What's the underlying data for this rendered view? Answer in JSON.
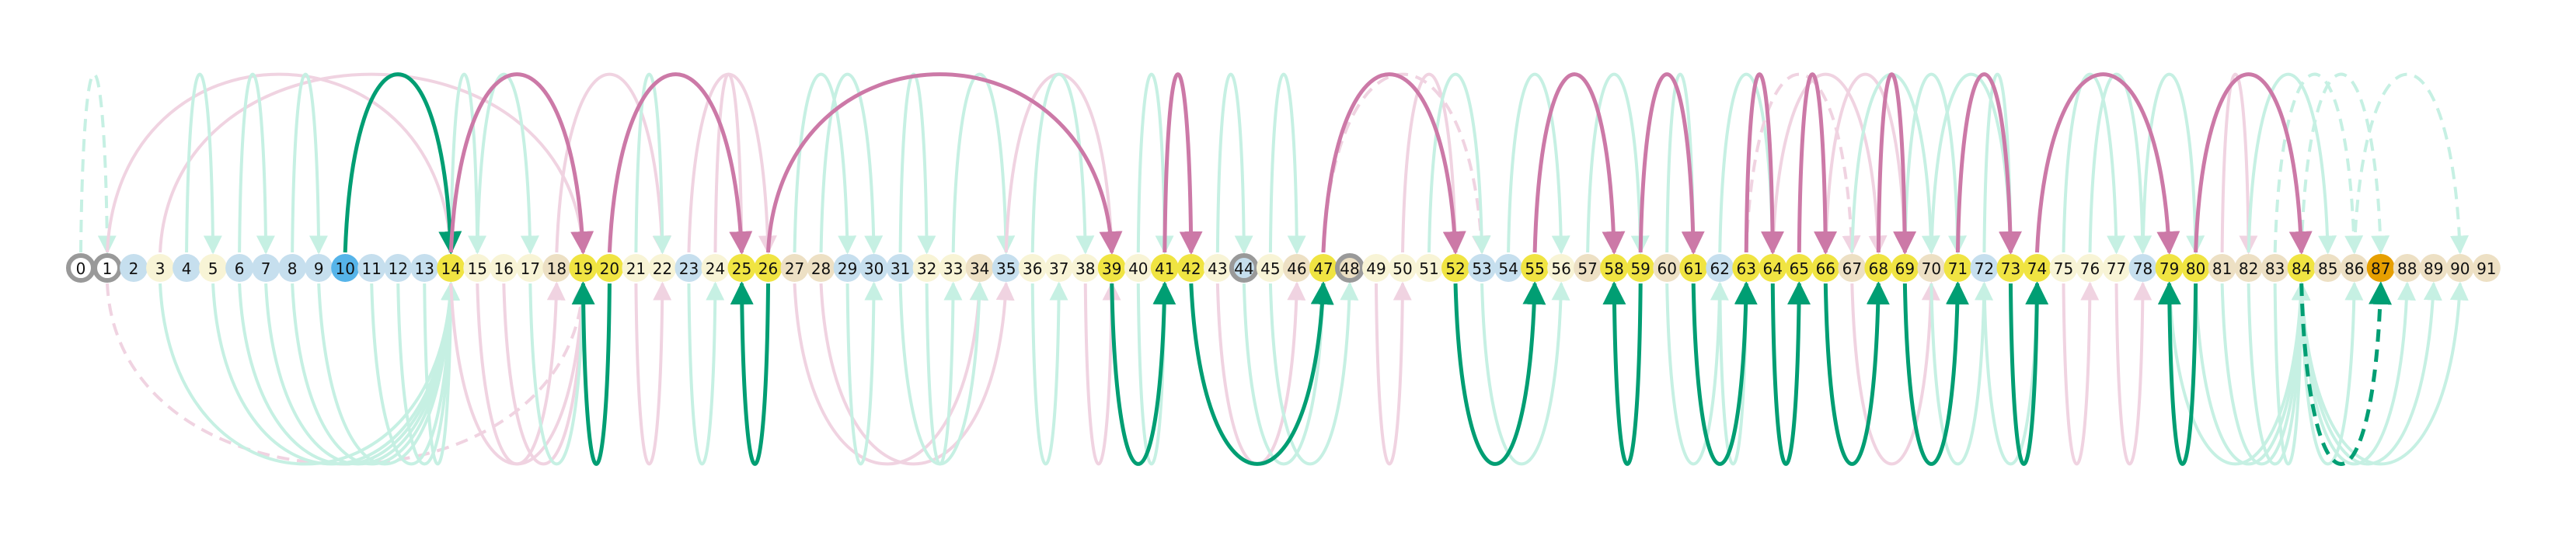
{
  "diagram": {
    "type": "arc-diagram",
    "node_count": 92,
    "node_labels": [
      "0",
      "1",
      "2",
      "3",
      "4",
      "5",
      "6",
      "7",
      "8",
      "9",
      "10",
      "11",
      "12",
      "13",
      "14",
      "15",
      "16",
      "17",
      "18",
      "19",
      "20",
      "21",
      "22",
      "23",
      "24",
      "25",
      "26",
      "27",
      "28",
      "29",
      "30",
      "31",
      "32",
      "33",
      "34",
      "35",
      "36",
      "37",
      "38",
      "39",
      "40",
      "41",
      "42",
      "43",
      "44",
      "45",
      "46",
      "47",
      "48",
      "49",
      "50",
      "51",
      "52",
      "53",
      "54",
      "55",
      "56",
      "57",
      "58",
      "59",
      "60",
      "61",
      "62",
      "63",
      "64",
      "65",
      "66",
      "67",
      "68",
      "69",
      "70",
      "71",
      "72",
      "73",
      "74",
      "75",
      "76",
      "77",
      "78",
      "79",
      "80",
      "81",
      "82",
      "83",
      "84",
      "85",
      "86",
      "87",
      "88",
      "89",
      "90",
      "91"
    ],
    "colors": {
      "background": "#ffffff",
      "node_yellow": "#f0e442",
      "node_blue": "#56b4e9",
      "node_orange": "#e69f00",
      "node_light_blue": "#c6dfee",
      "node_beige": "#ede0c4",
      "node_cream": "#f8f4d6",
      "ring_gray": "#999999",
      "edge_green": "#009e73",
      "edge_pink": "#cc79a7",
      "edge_green_faded": "#c6f0e3",
      "edge_pink_faded": "#f0d3e1"
    },
    "node_styles": {
      "yellow": [
        14,
        19,
        20,
        25,
        26,
        39,
        41,
        42,
        47,
        52,
        55,
        58,
        59,
        61,
        63,
        64,
        65,
        66,
        68,
        69,
        71,
        73,
        74,
        79,
        80,
        84
      ],
      "blue": [
        10
      ],
      "orange": [
        87
      ],
      "light_blue": [
        2,
        4,
        6,
        7,
        8,
        9,
        11,
        12,
        13,
        23,
        29,
        30,
        31,
        35,
        44,
        53,
        54,
        62,
        72,
        78
      ],
      "beige": [
        18,
        27,
        28,
        34,
        46,
        48,
        57,
        60,
        67,
        70,
        81,
        82,
        83,
        85,
        86,
        88,
        89,
        90,
        91
      ],
      "ring": [
        0,
        1,
        44,
        48
      ]
    },
    "highlight_edges": [
      {
        "from": 10,
        "to": 14,
        "color": "green",
        "side": "top",
        "dashed": false
      },
      {
        "from": 14,
        "to": 19,
        "color": "pink",
        "side": "top",
        "dashed": false
      },
      {
        "from": 20,
        "to": 25,
        "color": "pink",
        "side": "top",
        "dashed": false
      },
      {
        "from": 26,
        "to": 39,
        "color": "pink",
        "side": "top",
        "dashed": false
      },
      {
        "from": 41,
        "to": 42,
        "color": "pink",
        "side": "top",
        "dashed": false
      },
      {
        "from": 47,
        "to": 52,
        "color": "pink",
        "side": "top",
        "dashed": false
      },
      {
        "from": 55,
        "to": 58,
        "color": "pink",
        "side": "top",
        "dashed": false
      },
      {
        "from": 59,
        "to": 61,
        "color": "pink",
        "side": "top",
        "dashed": false
      },
      {
        "from": 63,
        "to": 64,
        "color": "pink",
        "side": "top",
        "dashed": false
      },
      {
        "from": 65,
        "to": 66,
        "color": "pink",
        "side": "top",
        "dashed": false
      },
      {
        "from": 68,
        "to": 69,
        "color": "pink",
        "side": "top",
        "dashed": false
      },
      {
        "from": 71,
        "to": 73,
        "color": "pink",
        "side": "top",
        "dashed": false
      },
      {
        "from": 74,
        "to": 79,
        "color": "pink",
        "side": "top",
        "dashed": false
      },
      {
        "from": 80,
        "to": 84,
        "color": "pink",
        "side": "top",
        "dashed": false
      },
      {
        "from": 20,
        "to": 19,
        "color": "green",
        "side": "bottom",
        "dashed": false
      },
      {
        "from": 26,
        "to": 25,
        "color": "green",
        "side": "bottom",
        "dashed": false
      },
      {
        "from": 39,
        "to": 41,
        "color": "green",
        "side": "bottom",
        "dashed": false
      },
      {
        "from": 42,
        "to": 47,
        "color": "green",
        "side": "bottom",
        "dashed": false
      },
      {
        "from": 52,
        "to": 55,
        "color": "green",
        "side": "bottom",
        "dashed": false
      },
      {
        "from": 59,
        "to": 58,
        "color": "green",
        "side": "bottom",
        "dashed": false
      },
      {
        "from": 61,
        "to": 63,
        "color": "green",
        "side": "bottom",
        "dashed": false
      },
      {
        "from": 64,
        "to": 65,
        "color": "green",
        "side": "bottom",
        "dashed": false
      },
      {
        "from": 66,
        "to": 68,
        "color": "green",
        "side": "bottom",
        "dashed": false
      },
      {
        "from": 69,
        "to": 71,
        "color": "green",
        "side": "bottom",
        "dashed": false
      },
      {
        "from": 73,
        "to": 74,
        "color": "green",
        "side": "bottom",
        "dashed": false
      },
      {
        "from": 80,
        "to": 79,
        "color": "green",
        "side": "bottom",
        "dashed": false
      },
      {
        "from": 84,
        "to": 87,
        "color": "green",
        "side": "bottom",
        "dashed": true
      }
    ],
    "faded_edges": [
      {
        "from": 0,
        "to": 1,
        "color": "green",
        "side": "top",
        "dashed": true
      },
      {
        "from": 1,
        "to": 14,
        "color": "pink",
        "side": "top",
        "dashed": false
      },
      {
        "from": 3,
        "to": 19,
        "color": "pink",
        "side": "top",
        "dashed": false
      },
      {
        "from": 4,
        "to": 5,
        "color": "green",
        "side": "top",
        "dashed": false
      },
      {
        "from": 6,
        "to": 7,
        "color": "green",
        "side": "top",
        "dashed": false
      },
      {
        "from": 8,
        "to": 9,
        "color": "green",
        "side": "top",
        "dashed": false
      },
      {
        "from": 14,
        "to": 15,
        "color": "green",
        "side": "top",
        "dashed": false
      },
      {
        "from": 15,
        "to": 17,
        "color": "green",
        "side": "top",
        "dashed": false
      },
      {
        "from": 18,
        "to": 22,
        "color": "pink",
        "side": "top",
        "dashed": false
      },
      {
        "from": 21,
        "to": 22,
        "color": "green",
        "side": "top",
        "dashed": false
      },
      {
        "from": 23,
        "to": 26,
        "color": "pink",
        "side": "top",
        "dashed": false
      },
      {
        "from": 24,
        "to": 25,
        "color": "pink",
        "side": "top",
        "dashed": false
      },
      {
        "from": 27,
        "to": 29,
        "color": "green",
        "side": "top",
        "dashed": false
      },
      {
        "from": 28,
        "to": 30,
        "color": "green",
        "side": "top",
        "dashed": false
      },
      {
        "from": 31,
        "to": 32,
        "color": "green",
        "side": "top",
        "dashed": false
      },
      {
        "from": 33,
        "to": 35,
        "color": "green",
        "side": "top",
        "dashed": false
      },
      {
        "from": 35,
        "to": 39,
        "color": "pink",
        "side": "top",
        "dashed": false
      },
      {
        "from": 36,
        "to": 38,
        "color": "green",
        "side": "top",
        "dashed": false
      },
      {
        "from": 40,
        "to": 41,
        "color": "green",
        "side": "top",
        "dashed": false
      },
      {
        "from": 43,
        "to": 44,
        "color": "green",
        "side": "top",
        "dashed": false
      },
      {
        "from": 45,
        "to": 46,
        "color": "green",
        "side": "top",
        "dashed": false
      },
      {
        "from": 47,
        "to": 53,
        "color": "pink",
        "side": "top",
        "dashed": true
      },
      {
        "from": 50,
        "to": 52,
        "color": "pink",
        "side": "top",
        "dashed": false
      },
      {
        "from": 51,
        "to": 53,
        "color": "green",
        "side": "top",
        "dashed": false
      },
      {
        "from": 54,
        "to": 56,
        "color": "green",
        "side": "top",
        "dashed": false
      },
      {
        "from": 57,
        "to": 59,
        "color": "green",
        "side": "top",
        "dashed": false
      },
      {
        "from": 60,
        "to": 61,
        "color": "green",
        "side": "top",
        "dashed": false
      },
      {
        "from": 62,
        "to": 64,
        "color": "green",
        "side": "top",
        "dashed": false
      },
      {
        "from": 63,
        "to": 67,
        "color": "pink",
        "side": "top",
        "dashed": true
      },
      {
        "from": 64,
        "to": 68,
        "color": "pink",
        "side": "top",
        "dashed": false
      },
      {
        "from": 66,
        "to": 69,
        "color": "pink",
        "side": "top",
        "dashed": false
      },
      {
        "from": 67,
        "to": 70,
        "color": "green",
        "side": "top",
        "dashed": false
      },
      {
        "from": 69,
        "to": 71,
        "color": "green",
        "side": "top",
        "dashed": false
      },
      {
        "from": 70,
        "to": 73,
        "color": "green",
        "side": "top",
        "dashed": false
      },
      {
        "from": 72,
        "to": 73,
        "color": "green",
        "side": "top",
        "dashed": false
      },
      {
        "from": 75,
        "to": 77,
        "color": "green",
        "side": "top",
        "dashed": false
      },
      {
        "from": 76,
        "to": 78,
        "color": "green",
        "side": "top",
        "dashed": false
      },
      {
        "from": 78,
        "to": 80,
        "color": "green",
        "side": "top",
        "dashed": false
      },
      {
        "from": 81,
        "to": 82,
        "color": "pink",
        "side": "top",
        "dashed": false
      },
      {
        "from": 82,
        "to": 85,
        "color": "green",
        "side": "top",
        "dashed": false
      },
      {
        "from": 83,
        "to": 86,
        "color": "green",
        "side": "top",
        "dashed": true
      },
      {
        "from": 84,
        "to": 87,
        "color": "green",
        "side": "top",
        "dashed": true
      },
      {
        "from": 86,
        "to": 90,
        "color": "green",
        "side": "top",
        "dashed": true
      },
      {
        "from": 1,
        "to": 19,
        "color": "pink",
        "side": "bottom",
        "dashed": true
      },
      {
        "from": 3,
        "to": 14,
        "color": "green",
        "side": "bottom",
        "dashed": false
      },
      {
        "from": 5,
        "to": 14,
        "color": "green",
        "side": "bottom",
        "dashed": false
      },
      {
        "from": 6,
        "to": 14,
        "color": "green",
        "side": "bottom",
        "dashed": false
      },
      {
        "from": 7,
        "to": 14,
        "color": "green",
        "side": "bottom",
        "dashed": false
      },
      {
        "from": 8,
        "to": 14,
        "color": "green",
        "side": "bottom",
        "dashed": false
      },
      {
        "from": 9,
        "to": 14,
        "color": "green",
        "side": "bottom",
        "dashed": false
      },
      {
        "from": 11,
        "to": 14,
        "color": "green",
        "side": "bottom",
        "dashed": false
      },
      {
        "from": 12,
        "to": 14,
        "color": "green",
        "side": "bottom",
        "dashed": false
      },
      {
        "from": 13,
        "to": 14,
        "color": "green",
        "side": "bottom",
        "dashed": false
      },
      {
        "from": 14,
        "to": 19,
        "color": "pink",
        "side": "bottom",
        "dashed": false
      },
      {
        "from": 15,
        "to": 18,
        "color": "pink",
        "side": "bottom",
        "dashed": false
      },
      {
        "from": 16,
        "to": 19,
        "color": "pink",
        "side": "bottom",
        "dashed": false
      },
      {
        "from": 17,
        "to": 19,
        "color": "green",
        "side": "bottom",
        "dashed": false
      },
      {
        "from": 21,
        "to": 22,
        "color": "pink",
        "side": "bottom",
        "dashed": false
      },
      {
        "from": 23,
        "to": 24,
        "color": "green",
        "side": "bottom",
        "dashed": false
      },
      {
        "from": 27,
        "to": 34,
        "color": "pink",
        "side": "bottom",
        "dashed": false
      },
      {
        "from": 28,
        "to": 35,
        "color": "pink",
        "side": "bottom",
        "dashed": false
      },
      {
        "from": 29,
        "to": 30,
        "color": "green",
        "side": "bottom",
        "dashed": false
      },
      {
        "from": 31,
        "to": 34,
        "color": "green",
        "side": "bottom",
        "dashed": false
      },
      {
        "from": 32,
        "to": 33,
        "color": "green",
        "side": "bottom",
        "dashed": false
      },
      {
        "from": 36,
        "to": 37,
        "color": "green",
        "side": "bottom",
        "dashed": false
      },
      {
        "from": 38,
        "to": 39,
        "color": "pink",
        "side": "bottom",
        "dashed": false
      },
      {
        "from": 40,
        "to": 41,
        "color": "green",
        "side": "bottom",
        "dashed": false
      },
      {
        "from": 43,
        "to": 46,
        "color": "pink",
        "side": "bottom",
        "dashed": false
      },
      {
        "from": 44,
        "to": 47,
        "color": "green",
        "side": "bottom",
        "dashed": false
      },
      {
        "from": 45,
        "to": 48,
        "color": "green",
        "side": "bottom",
        "dashed": false
      },
      {
        "from": 49,
        "to": 50,
        "color": "pink",
        "side": "bottom",
        "dashed": false
      },
      {
        "from": 53,
        "to": 56,
        "color": "green",
        "side": "bottom",
        "dashed": false
      },
      {
        "from": 57,
        "to": 57,
        "color": "pink",
        "side": "bottom",
        "dashed": false
      },
      {
        "from": 60,
        "to": 62,
        "color": "green",
        "side": "bottom",
        "dashed": false
      },
      {
        "from": 62,
        "to": 63,
        "color": "green",
        "side": "bottom",
        "dashed": false
      },
      {
        "from": 67,
        "to": 70,
        "color": "pink",
        "side": "bottom",
        "dashed": false
      },
      {
        "from": 70,
        "to": 72,
        "color": "green",
        "side": "bottom",
        "dashed": false
      },
      {
        "from": 72,
        "to": 74,
        "color": "green",
        "side": "bottom",
        "dashed": false
      },
      {
        "from": 75,
        "to": 76,
        "color": "pink",
        "side": "bottom",
        "dashed": false
      },
      {
        "from": 77,
        "to": 78,
        "color": "pink",
        "side": "bottom",
        "dashed": false
      },
      {
        "from": 79,
        "to": 84,
        "color": "green",
        "side": "bottom",
        "dashed": false
      },
      {
        "from": 80,
        "to": 84,
        "color": "green",
        "side": "bottom",
        "dashed": false
      },
      {
        "from": 81,
        "to": 84,
        "color": "green",
        "side": "bottom",
        "dashed": false
      },
      {
        "from": 82,
        "to": 84,
        "color": "green",
        "side": "bottom",
        "dashed": false
      },
      {
        "from": 83,
        "to": 84,
        "color": "green",
        "side": "bottom",
        "dashed": false
      },
      {
        "from": 84,
        "to": 86,
        "color": "green",
        "side": "bottom",
        "dashed": false
      },
      {
        "from": 84,
        "to": 88,
        "color": "green",
        "side": "bottom",
        "dashed": false
      },
      {
        "from": 84,
        "to": 89,
        "color": "green",
        "side": "bottom",
        "dashed": false
      },
      {
        "from": 84,
        "to": 90,
        "color": "green",
        "side": "bottom",
        "dashed": false
      }
    ]
  }
}
